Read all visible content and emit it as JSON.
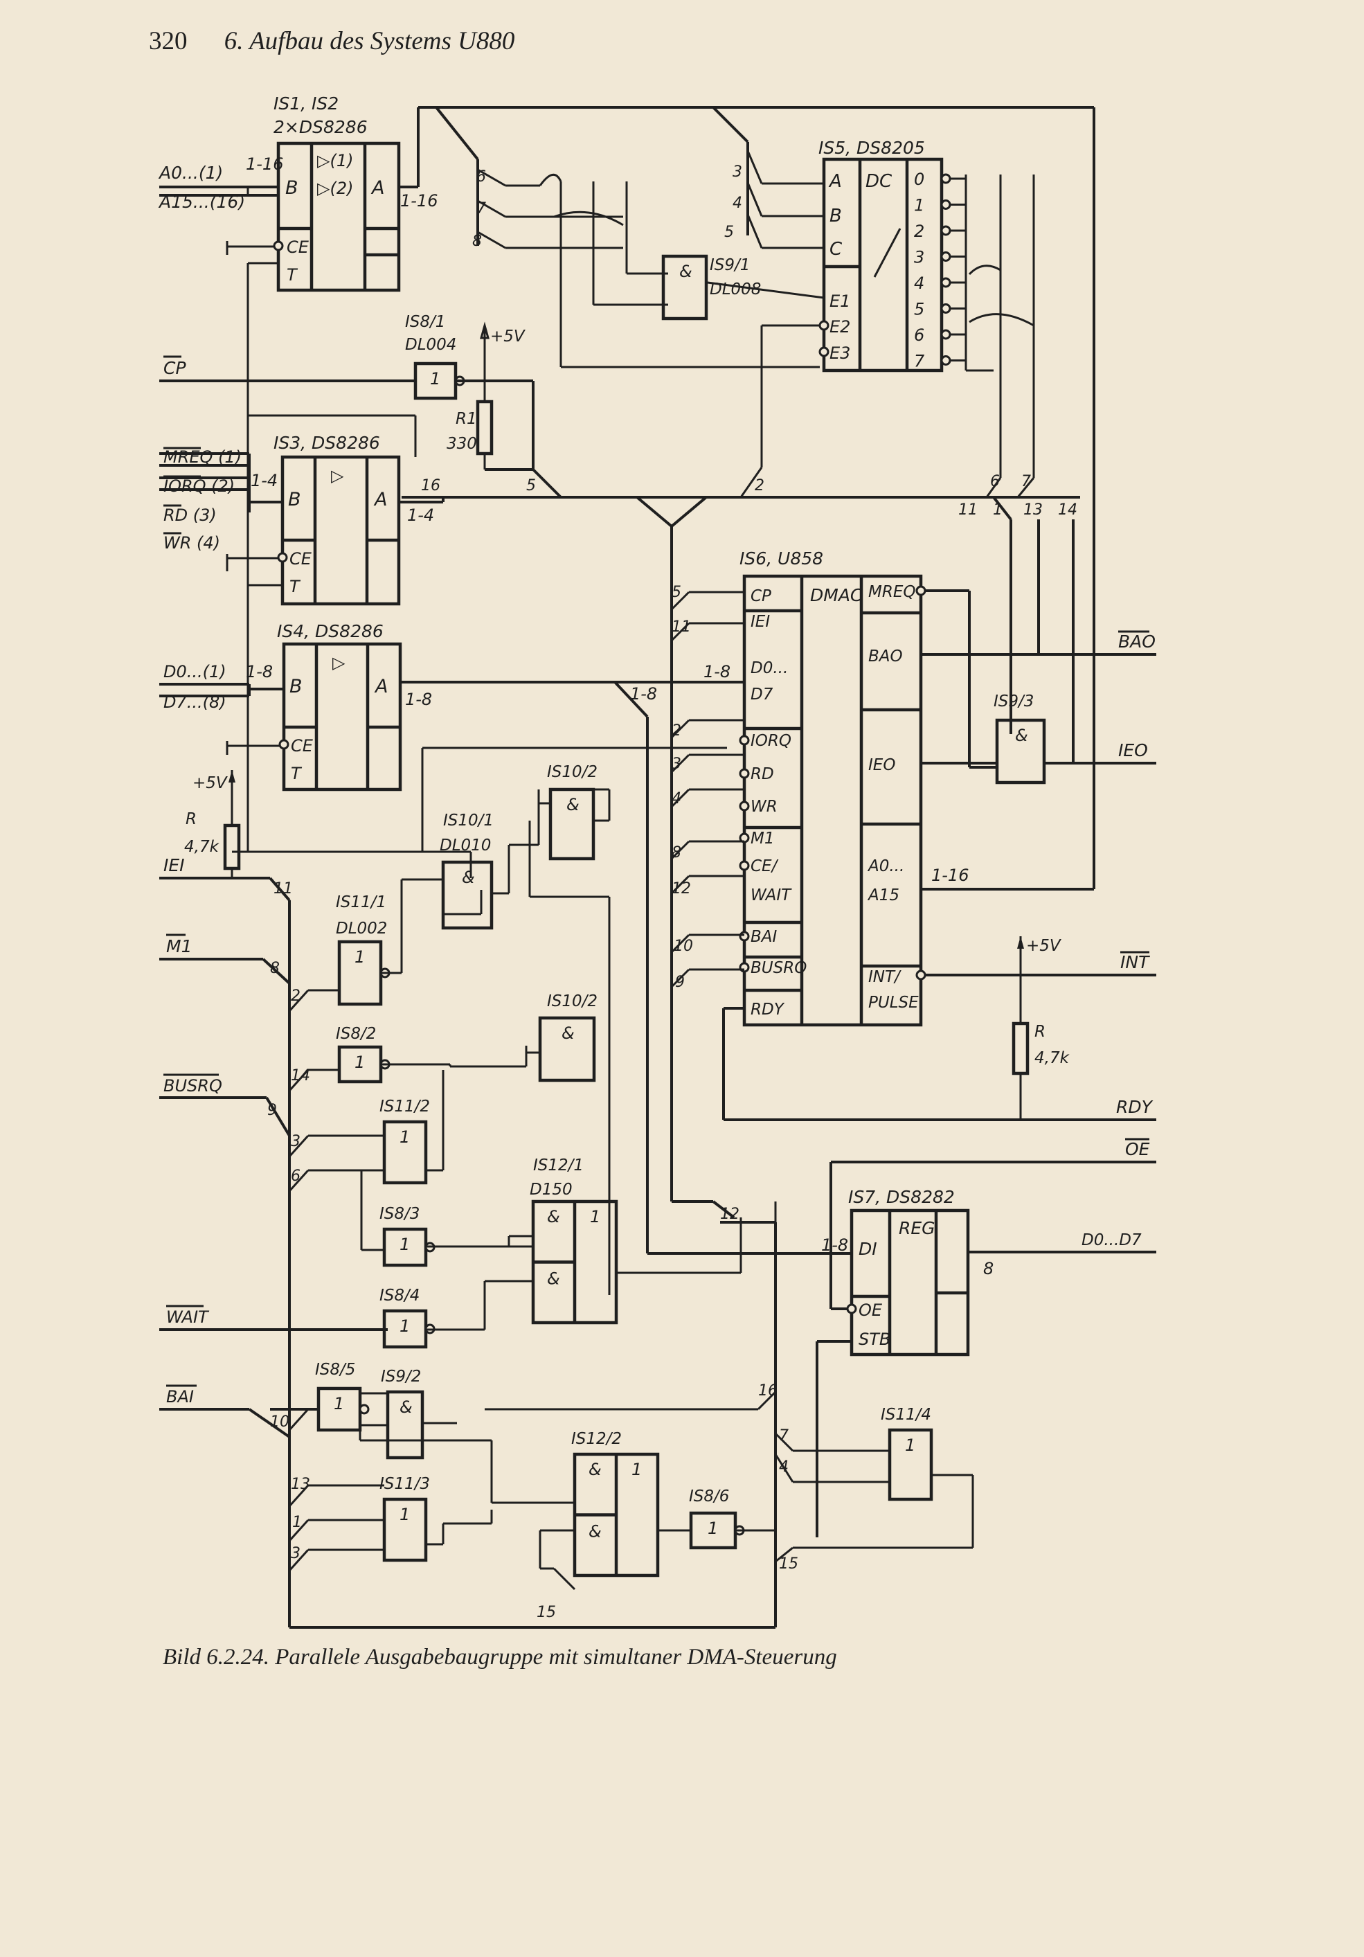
{
  "header": {
    "page_number": "320",
    "chapter_title": "6. Aufbau des Systems U880"
  },
  "caption": "Bild 6.2.24. Parallele Ausgabebaugruppe mit simultaner DMA-Steuerung",
  "chips": {
    "is1": {
      "title": "IS1, IS2",
      "type": "2×DS8286",
      "pins": [
        "B",
        "▷(1)",
        "▷(2)",
        "A",
        "CE",
        "T"
      ]
    },
    "is3": {
      "title": "IS3, DS8286",
      "pins": [
        "▷",
        "B",
        "A",
        "CE",
        "T"
      ]
    },
    "is4": {
      "title": "IS4, DS8286",
      "pins": [
        "▷",
        "B",
        "A",
        "CE",
        "T"
      ]
    },
    "is5": {
      "title": "IS5, DS8205",
      "dc": "DC",
      "inputs": [
        "A",
        "B",
        "C",
        "E1",
        "E2",
        "E3"
      ],
      "outputs": [
        "0",
        "1",
        "2",
        "3",
        "4",
        "5",
        "6",
        "7"
      ]
    },
    "is6": {
      "title": "IS6, U858",
      "dmac": "DMAC",
      "left_pins": [
        "CP",
        "IEI",
        "D0...",
        "D7",
        "IORQ",
        "RD",
        "WR",
        "M1",
        "CE/",
        "WAIT",
        "BAI",
        "BUSRQ",
        "RDY"
      ],
      "right_pins": [
        "MREQ",
        "BAO",
        "IEO",
        "A0...",
        "A15",
        "INT/",
        "PULSE"
      ]
    },
    "is7": {
      "title": "IS7, DS8282",
      "reg": "REG",
      "pins": [
        "DI",
        "OE",
        "STB"
      ]
    }
  },
  "gates": {
    "is8_1": {
      "label": "IS8/1",
      "type": "DL004",
      "sym": "1"
    },
    "is9_1": {
      "label": "IS9/1",
      "type": "DL008",
      "sym": "&"
    },
    "is9_3": {
      "label": "IS9/3",
      "sym": "&"
    },
    "is10_2a": {
      "label": "IS10/2",
      "sym": "&"
    },
    "is10_1": {
      "label": "IS10/1",
      "type": "DL010",
      "sym": "&"
    },
    "is11_1": {
      "label": "IS11/1",
      "type": "DL002",
      "sym": "1"
    },
    "is10_2b": {
      "label": "IS10/2",
      "sym": "&"
    },
    "is8_2": {
      "label": "IS8/2",
      "sym": "1"
    },
    "is11_2": {
      "label": "IS11/2",
      "sym": "1"
    },
    "is12_1": {
      "label": "IS12/1",
      "type": "D150",
      "sym_and": "&",
      "sym_or": "1"
    },
    "is8_3": {
      "label": "IS8/3",
      "sym": "1"
    },
    "is8_4": {
      "label": "IS8/4",
      "sym": "1"
    },
    "is8_5": {
      "label": "IS8/5",
      "sym": "1"
    },
    "is9_2": {
      "label": "IS9/2",
      "sym": "&"
    },
    "is11_3": {
      "label": "IS11/3",
      "sym": "1"
    },
    "is12_2": {
      "label": "IS12/2",
      "sym_and": "&",
      "sym_or": "1"
    },
    "is8_6": {
      "label": "IS8/6",
      "sym": "1"
    },
    "is11_4": {
      "label": "IS11/4",
      "sym": "1"
    }
  },
  "resistors": {
    "r1": {
      "name": "R1",
      "value": "330",
      "supply": "+5V"
    },
    "r_iei": {
      "name": "R",
      "value": "4,7k",
      "supply": "+5V"
    },
    "r_int": {
      "name": "R",
      "value": "4,7k",
      "supply": "+5V"
    }
  },
  "signals": {
    "left": [
      "A0...(1)",
      "A15...(16)",
      "CP",
      "MREQ (1)",
      "IORQ (2)",
      "RD (3)",
      "WR (4)",
      "D0...(1)",
      "D7...(8)",
      "IEI",
      "M1",
      "BUSRQ",
      "WAIT",
      "BAI"
    ],
    "right": [
      "BAO",
      "IEO",
      "INT",
      "RDY",
      "OE",
      "D0...D7"
    ]
  },
  "bus_labels": [
    "1-16",
    "1-16",
    "1-4",
    "1-4",
    "1-8",
    "1-8",
    "1-8",
    "1-8",
    "1-8",
    "8",
    "1-16"
  ],
  "wire_numbers": [
    "6",
    "7",
    "8",
    "3",
    "4",
    "5",
    "5",
    "2",
    "6",
    "7",
    "16",
    "11",
    "1",
    "13",
    "14",
    "5",
    "11",
    "2",
    "3",
    "4",
    "8",
    "12",
    "10",
    "9",
    "11",
    "8",
    "2",
    "14",
    "9",
    "3",
    "6",
    "12",
    "10",
    "13",
    "1",
    "3",
    "16",
    "7",
    "4",
    "15",
    "15"
  ]
}
